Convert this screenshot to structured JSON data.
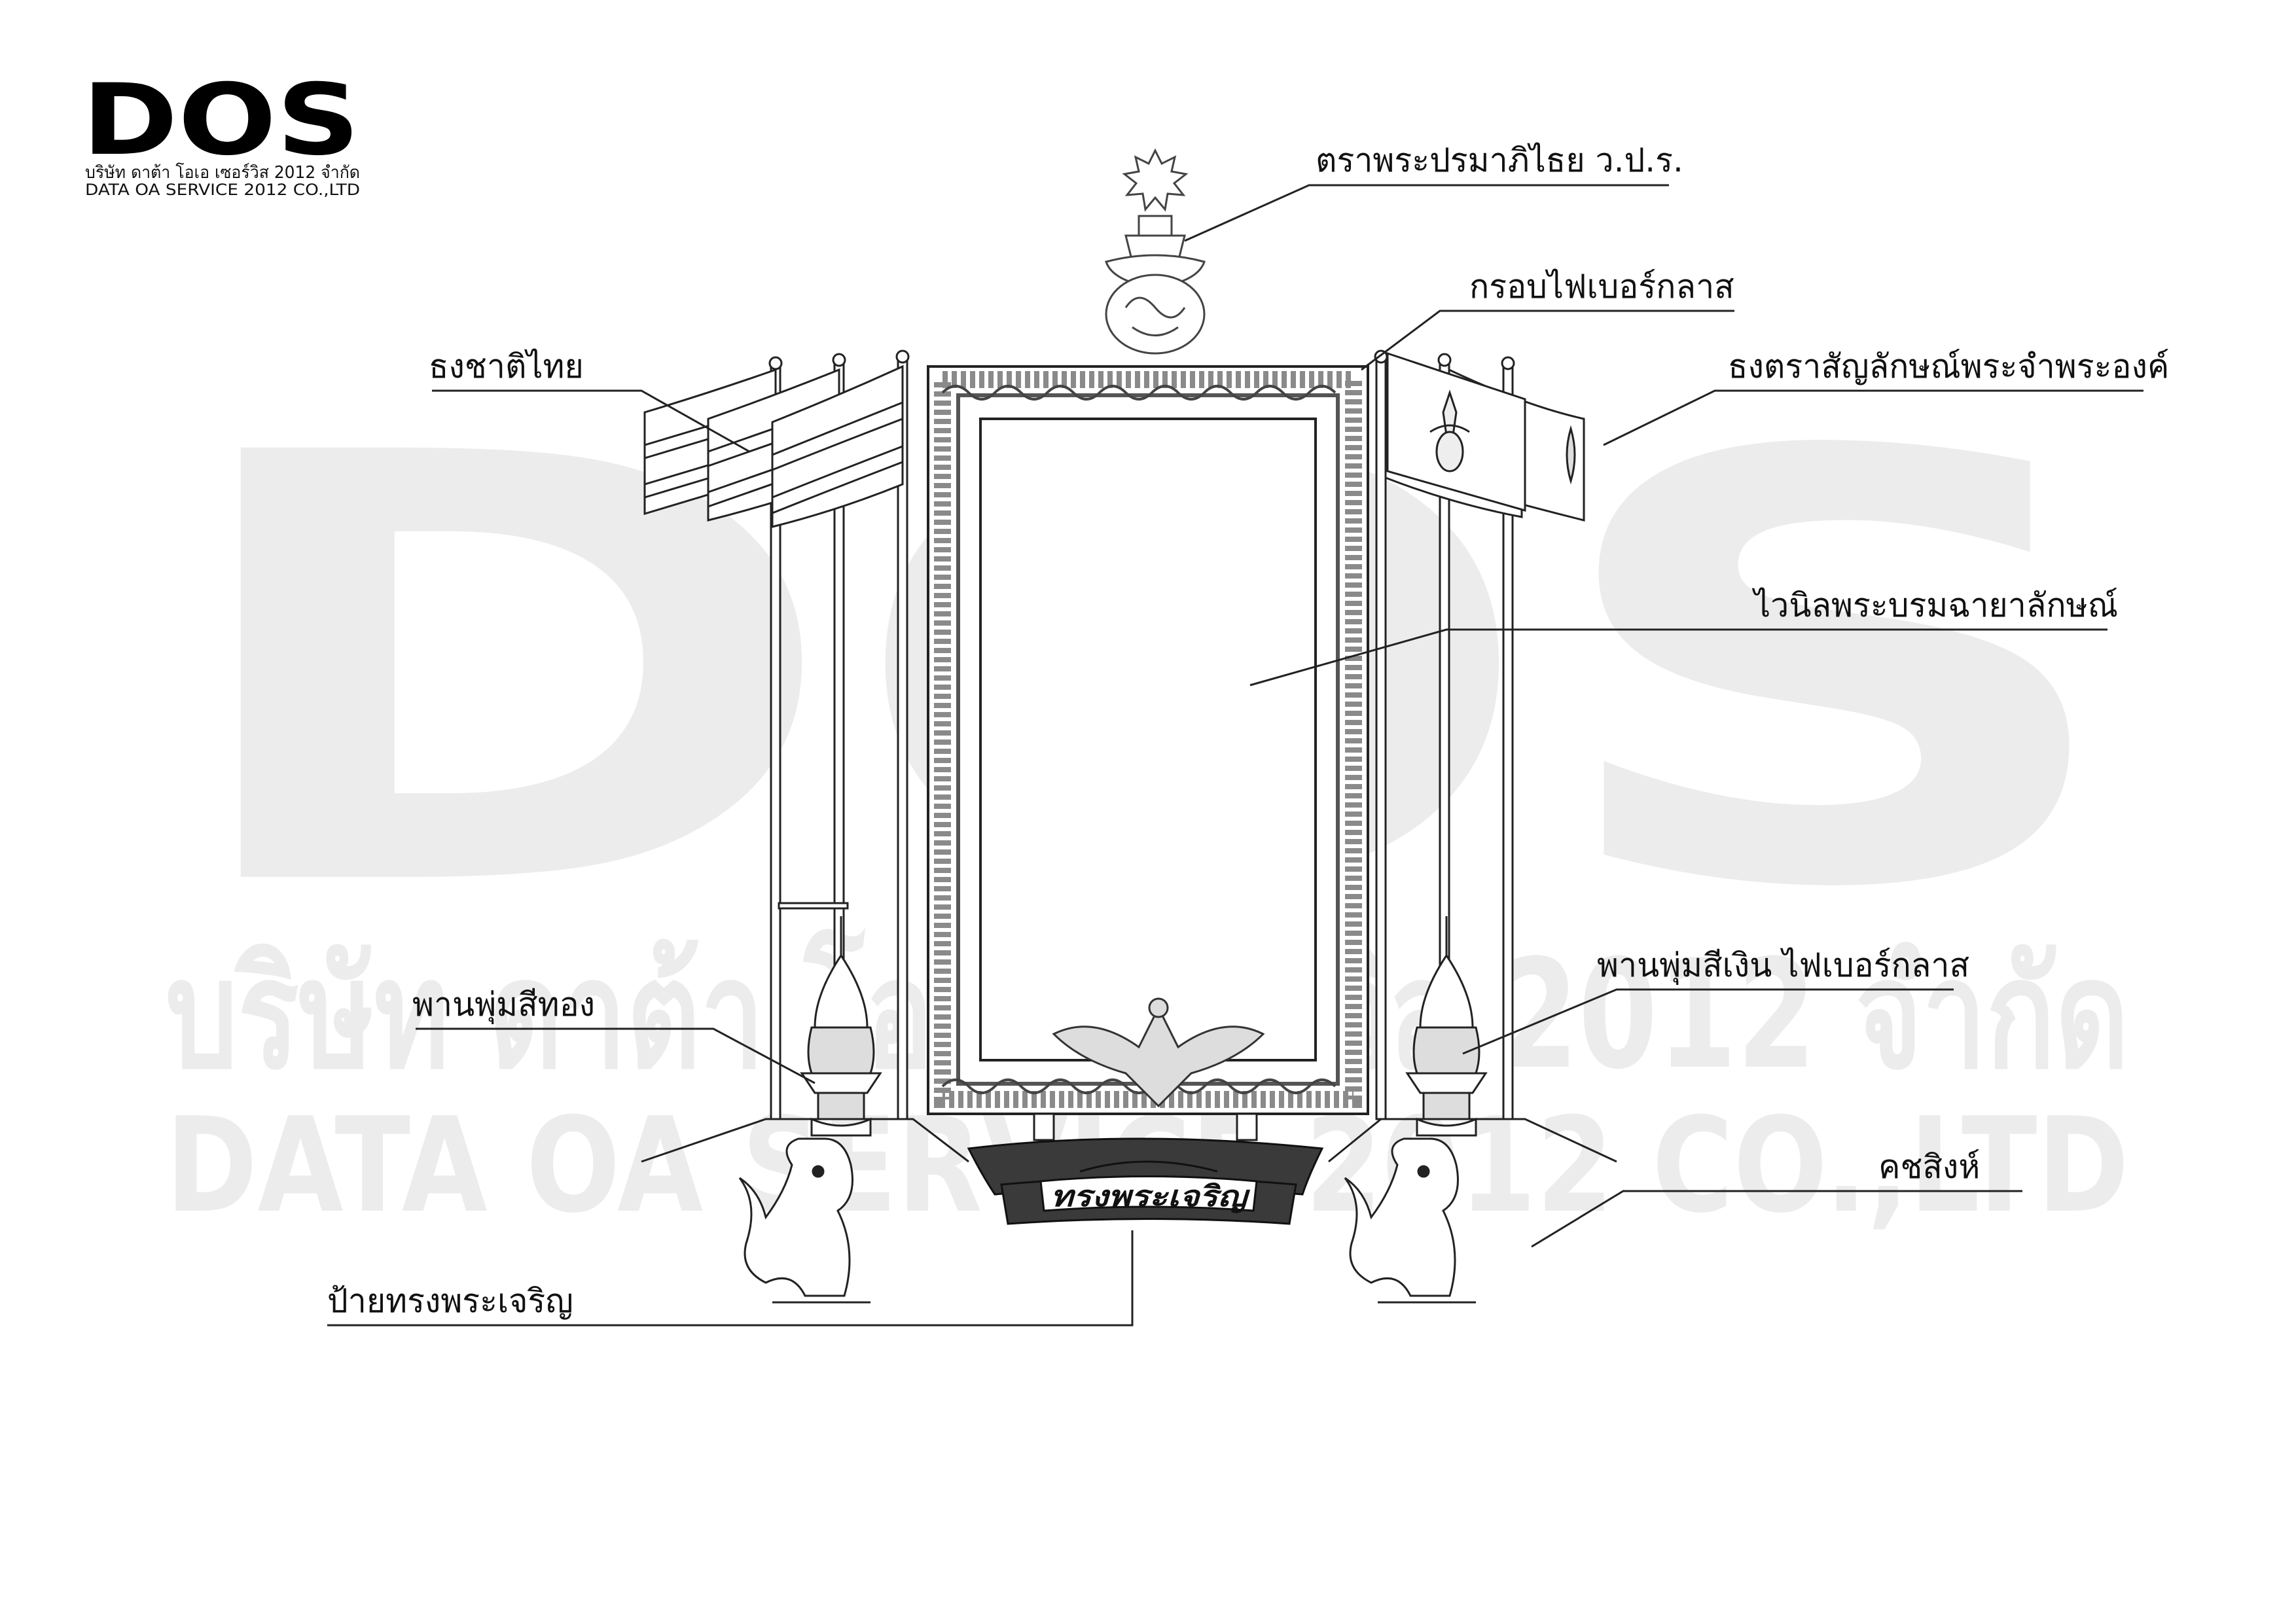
{
  "logo": {
    "mark": "DOS",
    "company_th": "บริษัท ดาต้า โอเอ เซอร์วิส 2012 จำกัด",
    "company_en": "DATA OA SERVICE 2012 CO.,LTD"
  },
  "watermark": {
    "mark": "DOS",
    "line_th": "บริษัท ดาต้า โอเอ เซอร์วิส 2012 จำกัด",
    "line_en": "DATA OA SERVICE 2012 CO.,LTD"
  },
  "sign_text": "ทรงพระเจริญ",
  "labels": {
    "emblem": "ตราพระปรมาภิไธย ว.ป.ร.",
    "fiber_frame": "กรอบไฟเบอร์กลาส",
    "thai_flag": "ธงชาติไทย",
    "royal_flag": "ธงตราสัญลักษณ์พระจำพระองค์",
    "vinyl_portrait": "ไวนิลพระบรมฉายาลักษณ์",
    "gold_phan_phum": "พานพุ่มสีทอง",
    "silver_phan_phum": "พานพุ่มสีเงิน ไฟเบอร์กลาส",
    "khotchasi": "คชสิงห์",
    "sign": "ป้ายทรงพระเจริญ"
  },
  "colors": {
    "line": "#222222",
    "watermark": "#e9e9e9",
    "sign_band": "#3a3a3a",
    "frame_ornament": "#8a8a8a"
  }
}
